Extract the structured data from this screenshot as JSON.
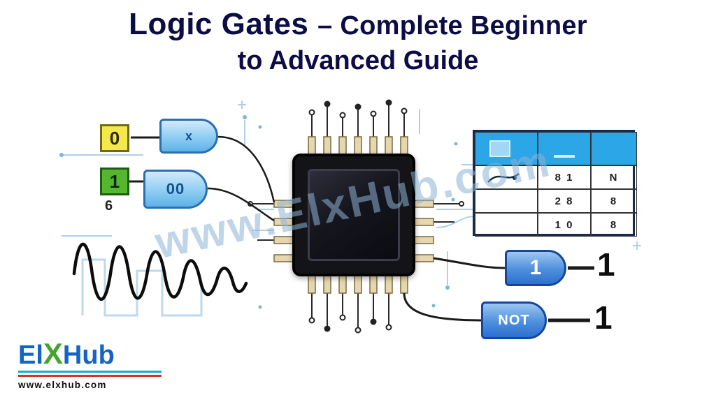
{
  "header": {
    "title_strong": "Logic Gates ",
    "title_rest": "– Complete Beginner",
    "title_line2": "to Advanced Guide"
  },
  "watermark": "www.ElxHub.com",
  "inputs": {
    "input_zero": "0",
    "input_one": "1",
    "input_label": "6"
  },
  "gates": {
    "gate_top_label": "x",
    "gate_or_label": "00",
    "gate_buffer_label": "1",
    "gate_not_label": "NOT"
  },
  "outputs": {
    "out_top": "1",
    "out_bottom": "1"
  },
  "truth_table": {
    "header": [
      "",
      "",
      ""
    ],
    "rows": [
      [
        "",
        "8 1",
        "N"
      ],
      [
        "",
        "2 8",
        "8"
      ],
      [
        "",
        "1 0",
        "8"
      ]
    ]
  },
  "logo": {
    "part1": "El",
    "part2": "X",
    "part3": "Hub",
    "url": "www.elxhub.com"
  },
  "colors": {
    "title_navy": "#0d0d45",
    "gate_blue": "#2e6fd0",
    "table_header_blue": "#2ba6e6",
    "brand_blue": "#1464c4",
    "brand_green": "#43a52e",
    "brand_red": "#d63226",
    "trace_blue": "#a6cbe8"
  }
}
